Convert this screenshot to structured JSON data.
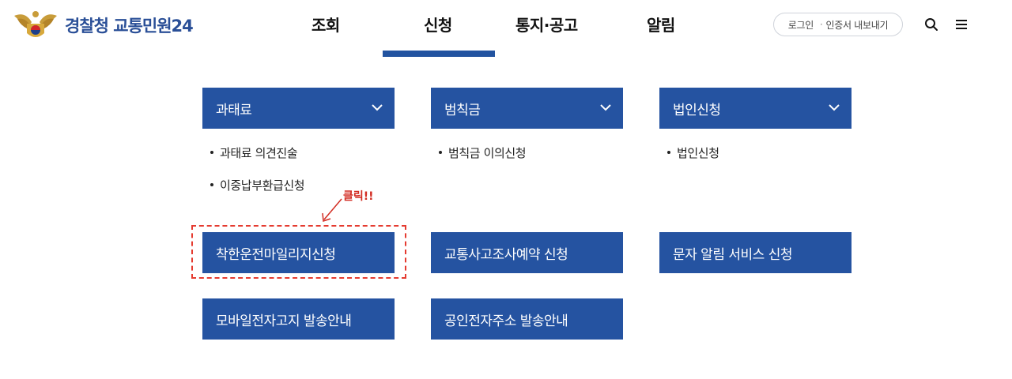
{
  "header": {
    "logo_main": "경찰청",
    "logo_sub": "교통민원24",
    "nav": [
      {
        "label": "조회"
      },
      {
        "label": "신청"
      },
      {
        "label": "통지·공고"
      },
      {
        "label": "알림"
      }
    ],
    "active_nav": "신청",
    "login_label": "로그인",
    "cert_label": "인증서 내보내기",
    "icons": [
      "search-icon",
      "menu-icon"
    ]
  },
  "groups": [
    {
      "title": "과태료",
      "items": [
        "과태료 의견진술",
        "이중납부환급신청"
      ]
    },
    {
      "title": "범칙금",
      "items": [
        "범칙금 이의신청"
      ]
    },
    {
      "title": "법인신청",
      "items": [
        "법인신청"
      ]
    }
  ],
  "buttons": [
    {
      "label": "착한운전마일리지신청"
    },
    {
      "label": "교통사고조사예약 신청"
    },
    {
      "label": "문자 알림 서비스 신청"
    },
    {
      "label": "모바일전자고지 발송안내"
    },
    {
      "label": "공인전자주소 발송안내"
    }
  ],
  "annotation": {
    "label": "클릭!!",
    "color": "#d22c22"
  },
  "colors": {
    "brand": "#2553a1",
    "accent_red": "#e53b30"
  }
}
